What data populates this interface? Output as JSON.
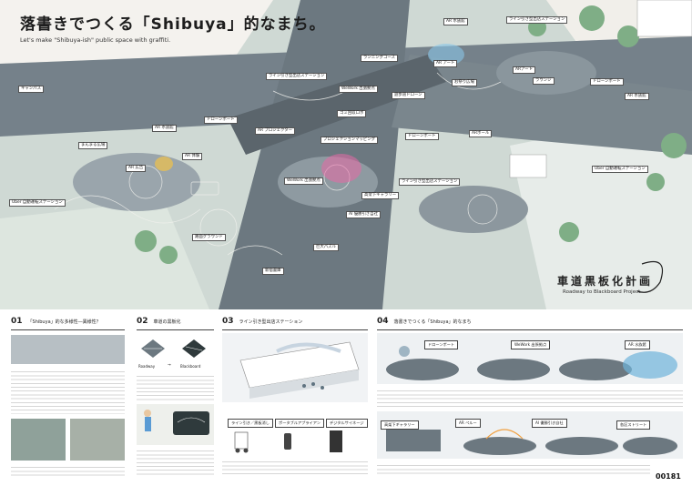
{
  "header": {
    "title": "落書きでつくる「Shibuya」的なまち。",
    "subtitle": "Let's make \"Shibuya-ish\" public space with graffiti."
  },
  "project": {
    "title": "車道黒板化計画",
    "subtitle": "Roadway to Blackboard Project"
  },
  "map_labels": [
    {
      "label": "AR 水族館"
    },
    {
      "label": "ライン引き型出店ステーション"
    },
    {
      "label": "ランニングコース"
    },
    {
      "label": "ライン引き型出店ステーション"
    },
    {
      "label": "WeWork 出張拠点"
    },
    {
      "label": "AR アート"
    },
    {
      "label": "遊歩道ドローン"
    },
    {
      "label": "ゴミ回収ロボ"
    },
    {
      "label": "お祭り広場"
    },
    {
      "label": "ラウンジ"
    },
    {
      "label": "ARアート"
    },
    {
      "label": "ドローンポート"
    },
    {
      "label": "AR 水族館"
    },
    {
      "label": "キャンパス"
    },
    {
      "label": "ドローンポート"
    },
    {
      "label": "Uber 自動運転ステーション"
    },
    {
      "label": "ARボール"
    },
    {
      "label": "まんまる広場"
    },
    {
      "label": "AR 広告"
    },
    {
      "label": "ドローンポート"
    },
    {
      "label": "AR 水族館"
    },
    {
      "label": "AR プロジェクター"
    },
    {
      "label": "プロジェクションマッピング"
    },
    {
      "label": "AR 体験"
    },
    {
      "label": "Uber 自動運転ステーション"
    },
    {
      "label": "WeWork 出張拠点"
    },
    {
      "label": "ライン引き型出店ステーション"
    },
    {
      "label": "AI 優勝引き自社"
    },
    {
      "label": "巨大パズル"
    },
    {
      "label": "路面グラウンド"
    },
    {
      "label": "高架下ギャラリー"
    },
    {
      "label": "新宿書庫"
    }
  ],
  "sections": [
    {
      "num": "01",
      "title": "「Shibuya」的な多様性―異様性？"
    },
    {
      "num": "02",
      "title": "車道の黒板化"
    },
    {
      "num": "03",
      "title": "ライン引き型出店ステーション"
    },
    {
      "num": "04",
      "title": "落書きでつくる「Shibuya」的なまち"
    }
  ],
  "section02": {
    "roadway": "Roadway",
    "arrow": "→",
    "blackboard": "Blackboard"
  },
  "section03": {
    "devices": [
      "ライン引き／黒板消し",
      "ポータブルアプライアン",
      "デジタルサイネージ"
    ]
  },
  "section04": {
    "cards": [
      "ドローンポート",
      "WeWork 出張拠点",
      "AR 水族館",
      "高架下ギャラリー",
      "AR ペルー",
      "AI 優勝引き自社",
      "各区ストリート"
    ]
  },
  "footer": {
    "code": "00181"
  },
  "colors": {
    "accent_green": "#d8e86a",
    "road": "#6f7b80",
    "chalk": "#f2f2ee"
  }
}
